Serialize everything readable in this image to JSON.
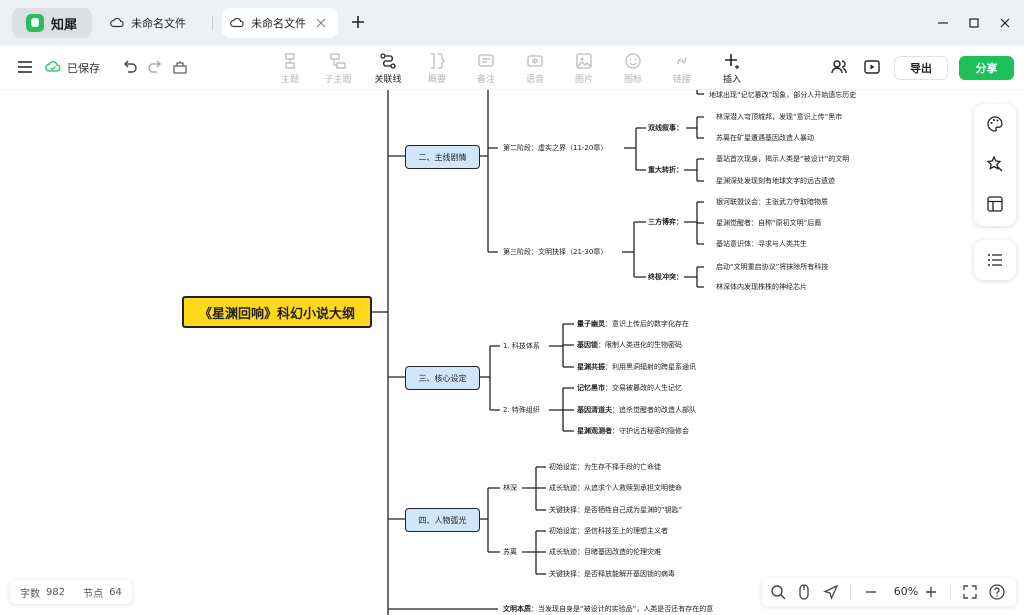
{
  "titlebar": {
    "app_name": "知犀",
    "tabs": [
      {
        "label": "未命名文件"
      },
      {
        "label": "未命名文件"
      }
    ]
  },
  "toolbar": {
    "save_status": "已保存",
    "tools": [
      {
        "label": "主题",
        "icon": "topic-icon"
      },
      {
        "label": "子主题",
        "icon": "subtopic-icon"
      },
      {
        "label": "关联线",
        "icon": "relation-line-icon"
      },
      {
        "label": "概要",
        "icon": "summary-icon"
      },
      {
        "label": "备注",
        "icon": "note-icon"
      },
      {
        "label": "语音",
        "icon": "voice-icon"
      },
      {
        "label": "图片",
        "icon": "image-icon"
      },
      {
        "label": "图标",
        "icon": "emoji-icon"
      },
      {
        "label": "链接",
        "icon": "link-icon"
      },
      {
        "label": "插入",
        "icon": "insert-icon"
      }
    ],
    "export_label": "导出",
    "share_label": "分享",
    "share_color": "#1dc15a"
  },
  "mindmap": {
    "root": "《星渊回响》科幻小说大纲",
    "root_color": "#ffd91a",
    "section_color": "#cfe6fb",
    "top_partial": "地球出现“记忆篡改”现象，部分人开始遗忘历史",
    "sec2": {
      "label": "二、主线剧情",
      "phase2": "第二阶段：虚实之界（11-20章）",
      "p2_a": "双线叙事：",
      "p2_a1": "林深潜入穹顶城邦，发现“意识上传”黑市",
      "p2_a2": "苏离在矿星遭遇基因改造人暴动",
      "p2_b": "重大转折：",
      "p2_b1": "基站首次现身，揭示人类是“被设计”的文明",
      "p2_b2": "星渊深处发现刻有地球文字的远古遗迹",
      "phase3": "第三阶段：文明抉择（21-30章）",
      "p3_a": "三方博弈：",
      "p3_a1": "银河联盟议会：主张武力夺取暗物质",
      "p3_a2": "星渊觉醒者：自称“原初文明”后裔",
      "p3_a3": "基站意识体：寻求与人类共生",
      "p3_b": "终极冲突：",
      "p3_b1": "启动“文明重启协议”将抹除所有科技",
      "p3_b2": "林深体内发现株株的神经芯片"
    },
    "sec3": {
      "label": "三、核心设定",
      "tech": "1. 科技体系",
      "tech1_k": "量子幽灵",
      "tech1_v": "：意识上传后的数字化存在",
      "tech2_k": "基因锁",
      "tech2_v": "：限制人类进化的生物密码",
      "tech3_k": "星渊共振",
      "tech3_v": "：利用黑洞辐射的跨星系通讯",
      "org": "2. 特殊组织",
      "org1_k": "记忆黑市",
      "org1_v": "：交易被篡改的人生记忆",
      "org2_k": "基因清道夫",
      "org2_v": "：追杀觉醒者的改造人部队",
      "org3_k": "星渊观测者",
      "org3_v": "：守护远古秘密的隐修会"
    },
    "sec4": {
      "label": "四、人物弧光",
      "c1": "林深",
      "c1_a": "初始设定：为生存不择手段的亡命徒",
      "c1_b": "成长轨迹：从追求个人救赎到承担文明使命",
      "c1_c": "关键抉择：是否牺牲自己成为星渊的“钥匙”",
      "c2": "苏离",
      "c2_a": "初始设定：坚信科技至上的理想主义者",
      "c2_b": "成长轨迹：目睹基因改造的伦理灾难",
      "c2_c": "关键抉择：是否释放能解开基因锁的病毒"
    },
    "bottom_k": "文明本质",
    "bottom_v": "：当发现自身是“被设计的实验品”，人类是否还有存在的意"
  },
  "side_panel": [
    "theme-icon",
    "style-icon",
    "layout-icon",
    "outline-icon"
  ],
  "status": {
    "words_label": "字数",
    "words_value": "982",
    "nodes_label": "节点",
    "nodes_value": "64"
  },
  "zoom": {
    "value": "60%"
  }
}
